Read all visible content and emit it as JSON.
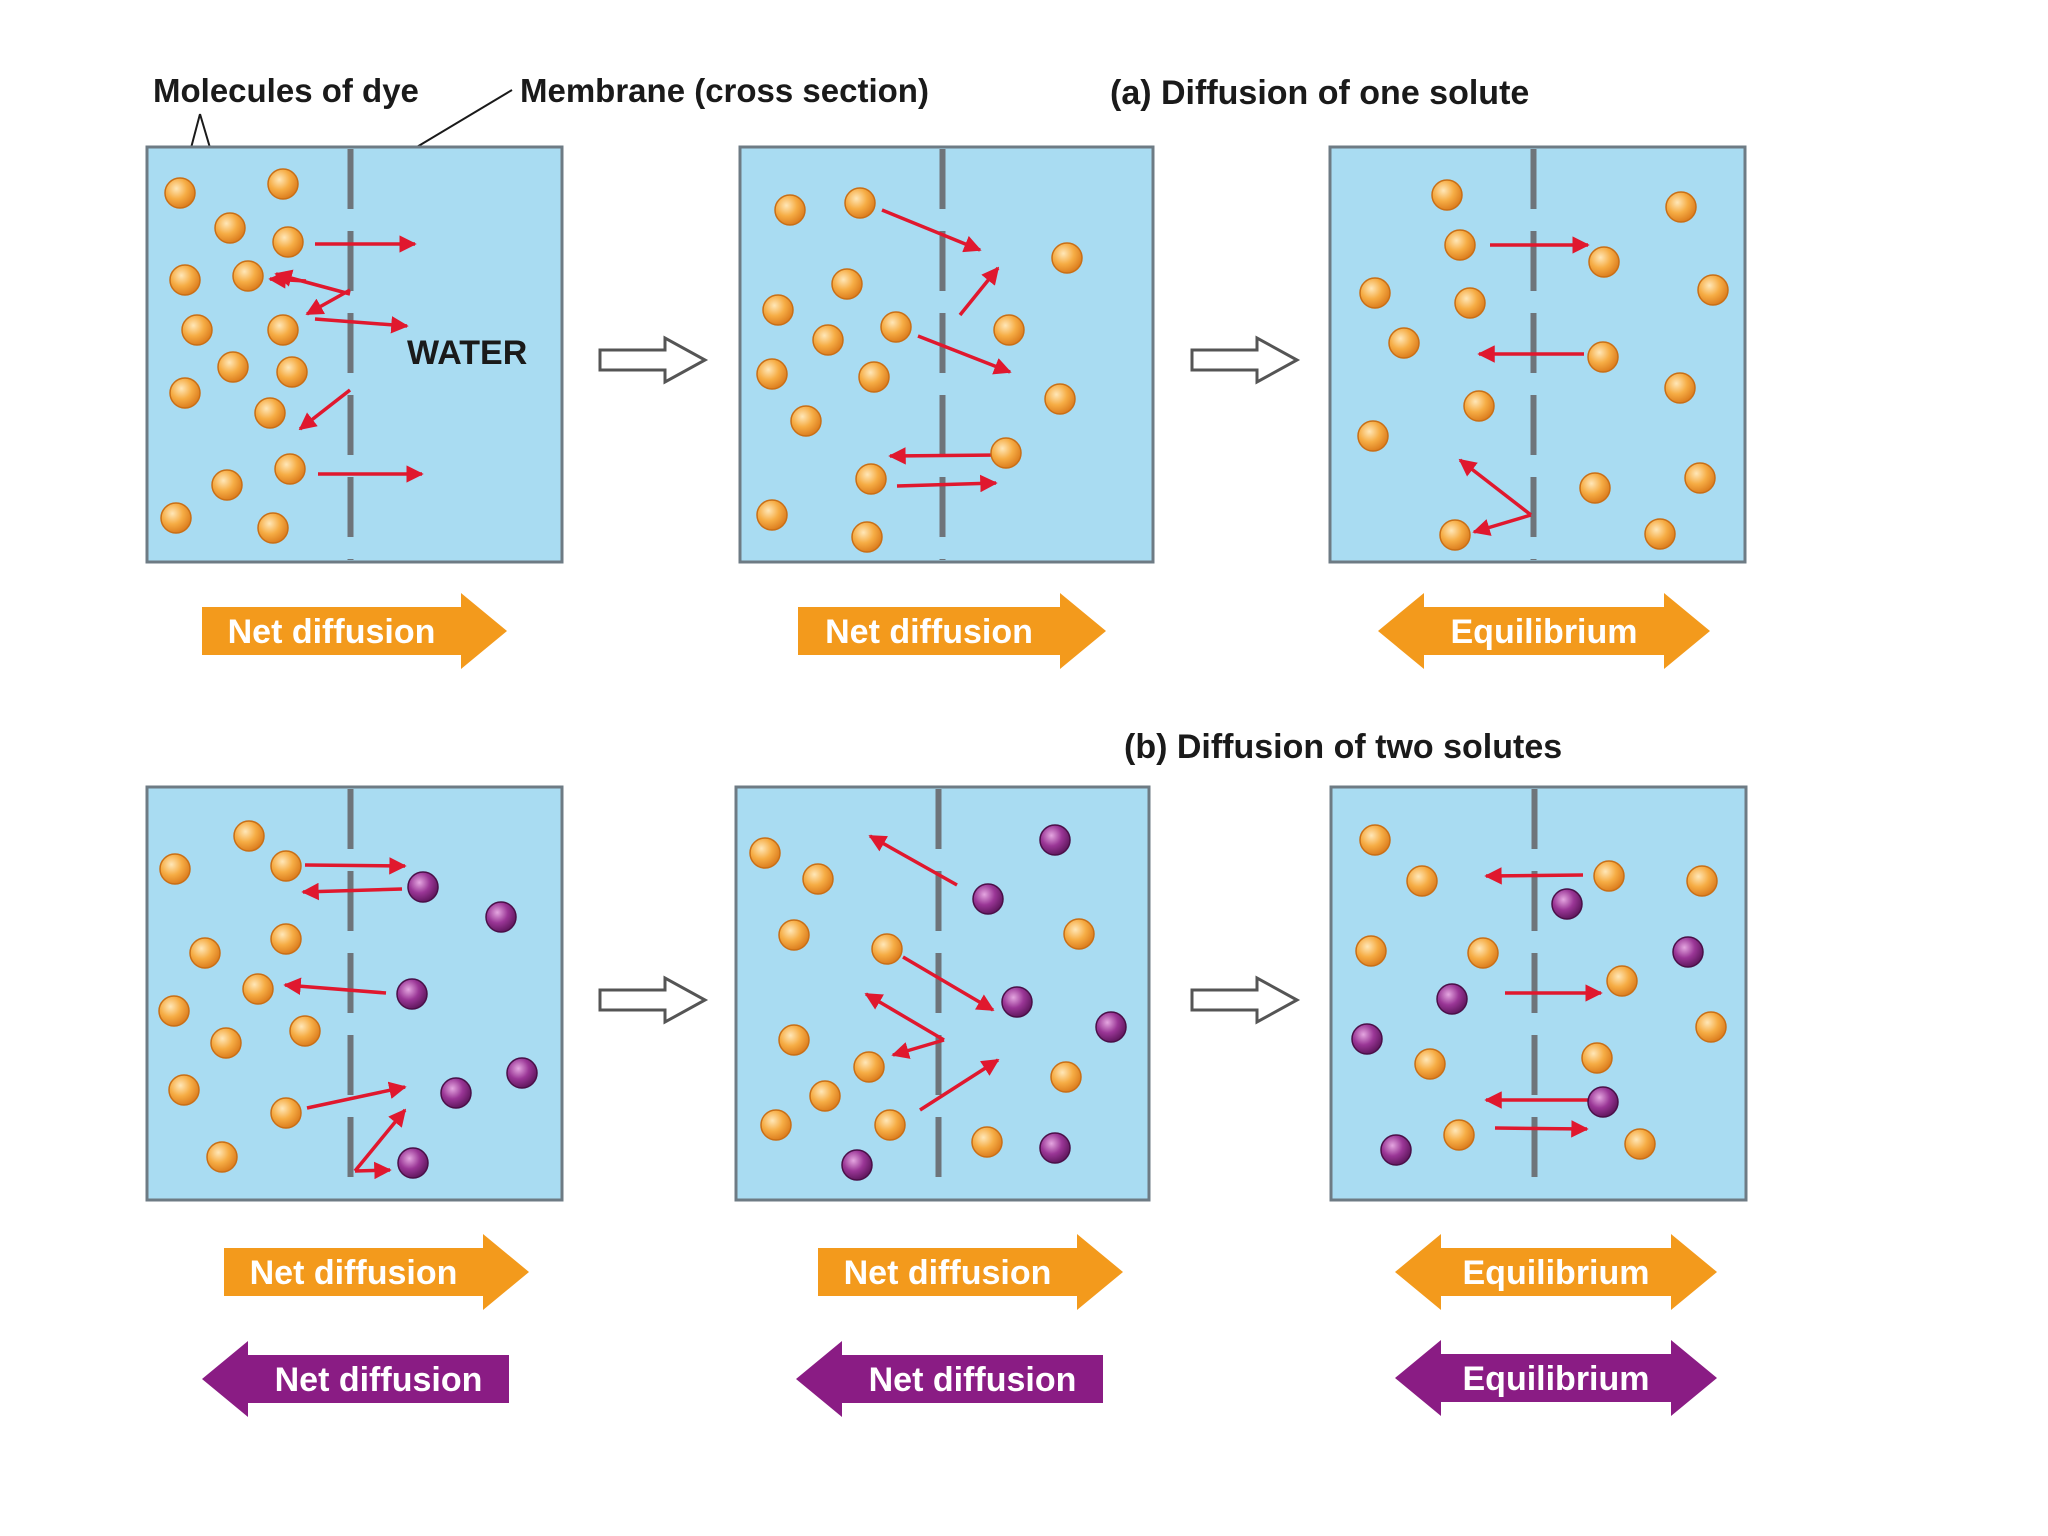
{
  "labels": {
    "molecules_of_dye": "Molecules of dye",
    "membrane": "Membrane (cross section)",
    "part_a_title": "(a) Diffusion of one solute",
    "part_b_title": "(b) Diffusion of two solutes",
    "water": "WATER"
  },
  "arrows": {
    "a1": "Net diffusion",
    "a2": "Net diffusion",
    "a3": "Equilibrium",
    "b1_orange": "Net diffusion",
    "b1_purple": "Net diffusion",
    "b2_orange": "Net diffusion",
    "b2_purple": "Net diffusion",
    "b3_orange": "Equilibrium",
    "b3_purple": "Equilibrium"
  },
  "colors": {
    "water": "#a9dcf2",
    "box_border": "#6e7b84",
    "membrane": "#6e747a",
    "orange_molecule": "#f5a83a",
    "purple_molecule": "#8a2a86",
    "motion_arrow": "#e0182e",
    "orange_arrow": "#f39a1c",
    "purple_arrow": "#8a1c84"
  }
}
